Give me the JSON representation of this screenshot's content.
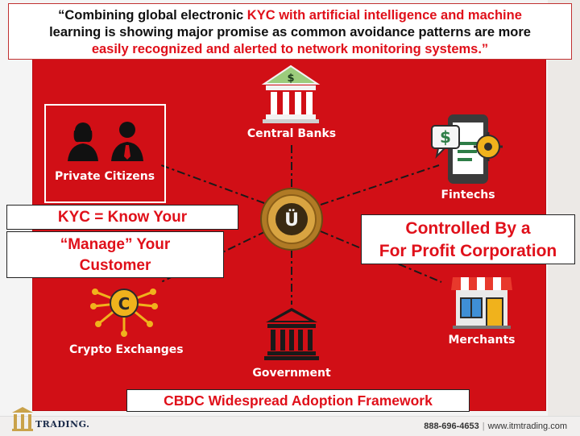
{
  "quote": {
    "p1": "“Combining global electronic ",
    "p2": "KYC with artificial intelligence and machine",
    "p3": "learning is showing major promise as common avoidance patterns are more",
    "p4": "easily recognized and alerted to network monitoring systems.”"
  },
  "nodes": {
    "central_banks": "Central Banks",
    "private_citizens": "Private Citizens",
    "fintechs": "Fintechs",
    "crypto_exchanges": "Crypto Exchanges",
    "government": "Government",
    "merchants": "Merchants"
  },
  "center_coin": {
    "letter": "Ü"
  },
  "callouts": {
    "kyc": "KYC = Know Your",
    "manage_line1": "“Manage” Your",
    "manage_line2": "Customer",
    "controlled_line1": "Controlled By a",
    "controlled_line2": "For Profit Corporation",
    "framework": "CBDC Widespread Adoption Framework"
  },
  "footer": {
    "phone": "888-696-4653",
    "site": "www.itmtrading.com",
    "brand": "TRADING."
  },
  "colors": {
    "panel_red": "#d10f16",
    "accent_red": "#e0101a",
    "navy": "#1b2b4a"
  }
}
